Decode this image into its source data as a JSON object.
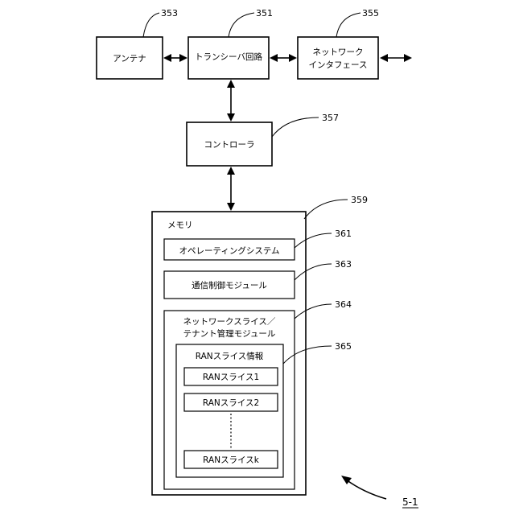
{
  "blocks": {
    "antenna": {
      "label": "アンテナ",
      "ref": "353"
    },
    "transceiver": {
      "label": "トランシーバ回路",
      "ref": "351"
    },
    "network_interface": {
      "label_line1": "ネットワーク",
      "label_line2": "インタフェース",
      "ref": "355"
    },
    "controller": {
      "label": "コントローラ",
      "ref": "357"
    },
    "memory": {
      "label": "メモリ",
      "ref": "359"
    },
    "operating_system": {
      "label": "オペレーティングシステム",
      "ref": "361"
    },
    "comm_control_module": {
      "label": "通信制御モジュール",
      "ref": "363"
    },
    "slice_tenant_module": {
      "label_line1": "ネットワークスライス／",
      "label_line2": "テナント管理モジュール",
      "ref": "364"
    },
    "ran_slice_info": {
      "label": "RANスライス情報",
      "ref": "365"
    },
    "ran_slices": [
      {
        "label": "RANスライス1"
      },
      {
        "label": "RANスライス2"
      },
      {
        "label": "RANスライスk"
      }
    ]
  },
  "figure_label": "5-1"
}
